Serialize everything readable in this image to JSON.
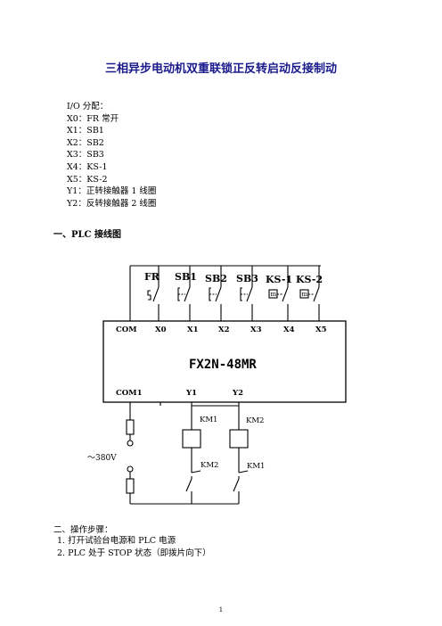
{
  "title": "三相异步电动机双重联锁正反转启动反接制动",
  "io": {
    "heading": "I/O 分配：",
    "lines": [
      "X0：FR 常开",
      "X1：SB1",
      "X2：SB2",
      "X3：SB3",
      "X4：KS-1",
      "X5：KS-2",
      "Y1：正转接触器 1 线圈",
      "Y2：反转接触器 2 线圈"
    ]
  },
  "section1": "一、PLC 接线图",
  "diagram": {
    "switch_labels": [
      "FR",
      "SB1",
      "SB2",
      "SB3",
      "KS-1",
      "KS-2"
    ],
    "input_terminals": [
      "COM",
      "X0",
      "X1",
      "X2",
      "X3",
      "X4",
      "X5"
    ],
    "plc_model": "FX2N-48MR",
    "output_terminals": [
      "COM1",
      "Y1",
      "Y2"
    ],
    "coil_labels": [
      "KM1",
      "KM2"
    ],
    "interlock_labels": [
      "KM2",
      "KM1"
    ],
    "supply": "～380V"
  },
  "section2": "二、操作步骤：",
  "steps": [
    "1.   打开试验台电源和 PLC 电源",
    "2.   PLC 处于 STOP 状态（即拨片向下）"
  ],
  "page_number": "1"
}
